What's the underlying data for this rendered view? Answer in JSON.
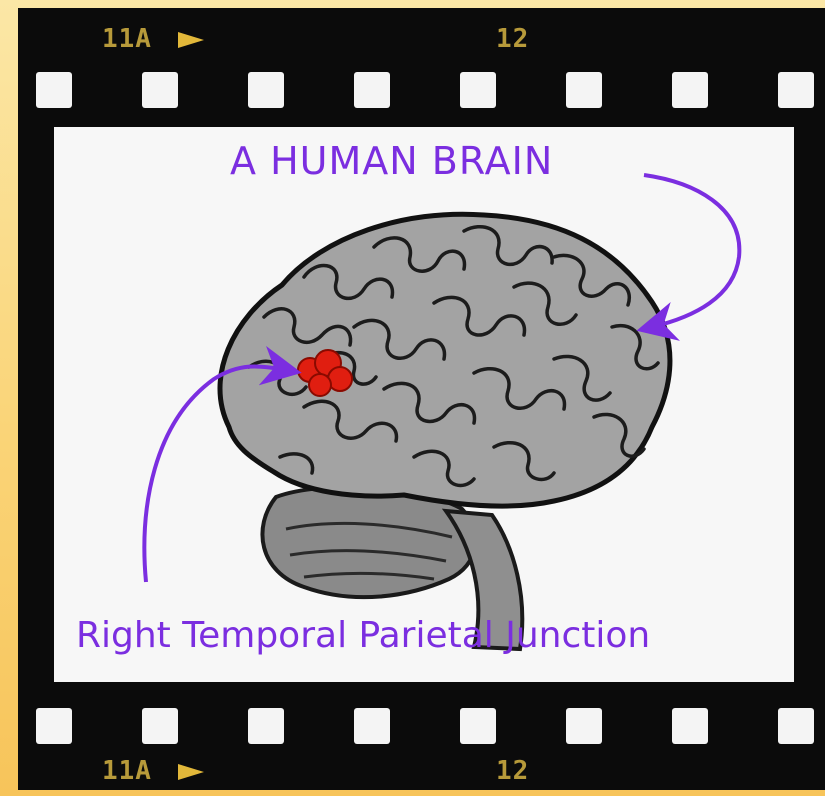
{
  "film": {
    "frame_top_left": "11A",
    "frame_top_right": "12",
    "frame_bottom_left": "11A",
    "frame_bottom_right": "12"
  },
  "diagram": {
    "title": "A HUMAN BRAIN",
    "region_label": "Right Temporal Parietal Junction"
  },
  "colors": {
    "label_purple": "#7b2ee0",
    "highlight_red": "#e01e10",
    "brain_gray": "#9a9a9a",
    "film_black": "#0b0b0b",
    "frame_number_gold": "#b79a3a"
  }
}
